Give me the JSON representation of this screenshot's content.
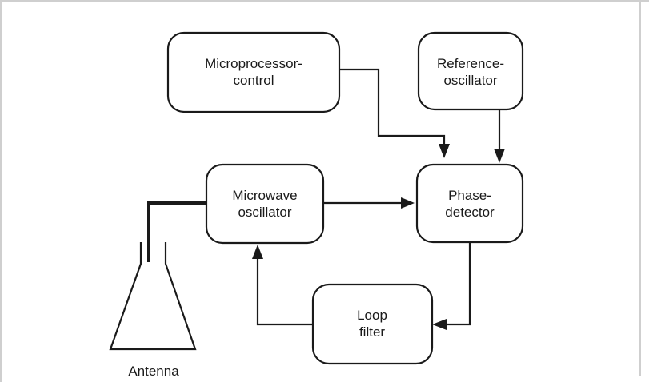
{
  "blocks": {
    "microprocessor": {
      "line1": "Microprocessor-",
      "line2": "control"
    },
    "reference": {
      "line1": "Reference-",
      "line2": "oscillator"
    },
    "microwave": {
      "line1": "Microwave",
      "line2": "oscillator"
    },
    "phase": {
      "line1": "Phase-",
      "line2": "detector"
    },
    "loop": {
      "line1": "Loop",
      "line2": "filter"
    }
  },
  "antenna": {
    "label": "Antenna"
  }
}
